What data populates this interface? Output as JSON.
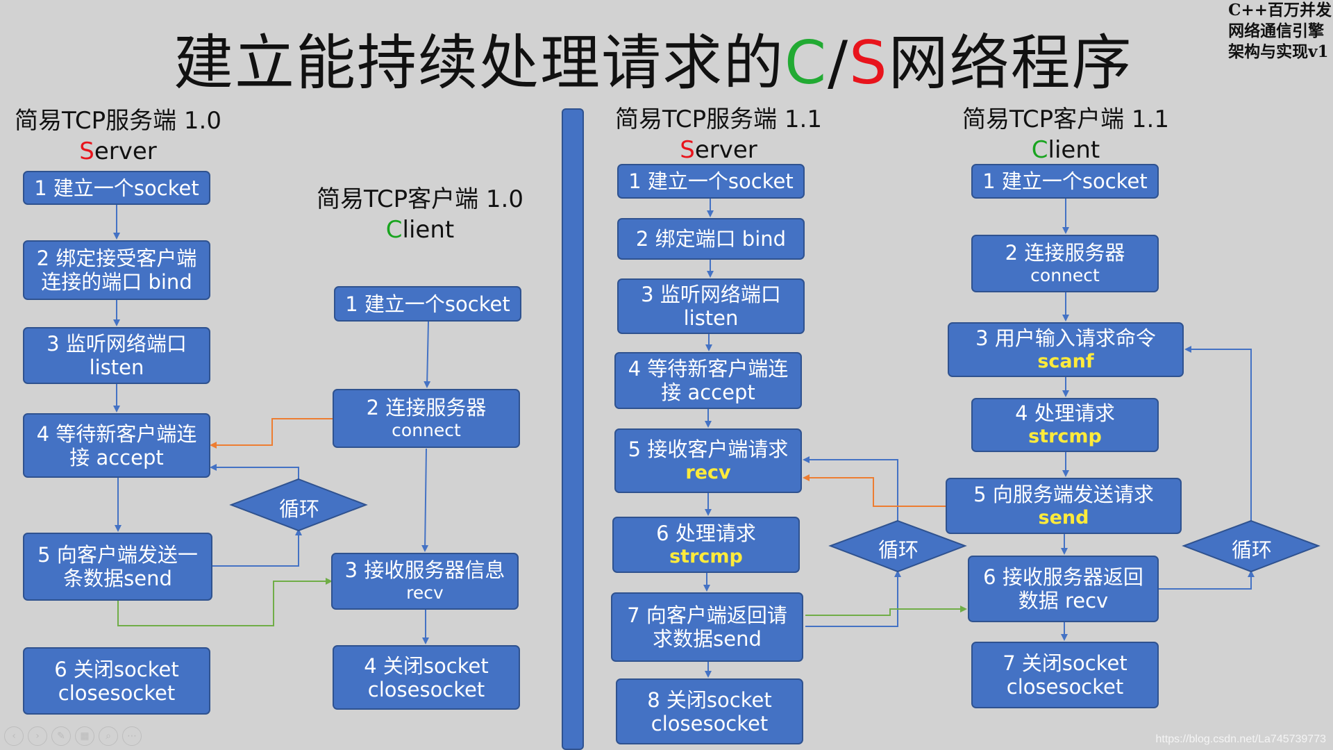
{
  "title": {
    "pre": "建立能持续处理请求的",
    "c": "C",
    "slash": "/",
    "s": "S",
    "post": "网络程序"
  },
  "corner": [
    "C++百万并发",
    "网络通信引擎",
    "架构与实现v1"
  ],
  "watermark": "https://blog.csdn.net/La745739773",
  "colors": {
    "box_fill": "#4472c4",
    "box_border": "#2f528f",
    "arrow": "#4472c4",
    "loop_arrow_orange": "#ed7d31",
    "loop_arrow_green": "#70ad47",
    "highlight": "#ffeb3b",
    "server_red": "#e8141c",
    "client_green": "#19a41f"
  },
  "server10": {
    "heading": "简易TCP服务端 1.0",
    "role_first": "S",
    "role_rest": "erver",
    "steps": [
      {
        "l1": "1 建立一个socket"
      },
      {
        "l1": "2 绑定接受客户端",
        "l2": "连接的端口 bind"
      },
      {
        "l1": "3 监听网络端口",
        "l2": "listen"
      },
      {
        "l1": "4 等待新客户端连",
        "l2": "接 accept"
      },
      {
        "l1": "5 向客户端发送一",
        "l2": "条数据send"
      },
      {
        "l1": "6 关闭socket",
        "l2": "closesocket"
      }
    ],
    "loop": "循环"
  },
  "client10": {
    "heading": "简易TCP客户端 1.0",
    "role_first": "C",
    "role_rest": "lient",
    "steps": [
      {
        "l1": "1 建立一个socket"
      },
      {
        "l1": "2 连接服务器",
        "l2": "connect"
      },
      {
        "l1": "3 接收服务器信息",
        "l2": "recv"
      },
      {
        "l1": "4 关闭socket",
        "l2": "closesocket"
      }
    ]
  },
  "server11": {
    "heading": "简易TCP服务端 1.1",
    "role_first": "S",
    "role_rest": "erver",
    "steps": [
      {
        "l1": "1 建立一个socket"
      },
      {
        "l1": "2 绑定端口 bind"
      },
      {
        "l1": "3 监听网络端口",
        "l2": "listen"
      },
      {
        "l1": "4 等待新客户端连",
        "l2": "接 accept"
      },
      {
        "l1": "5 接收客户端请求",
        "l2": "recv"
      },
      {
        "l1": "6 处理请求",
        "l2": "strcmp"
      },
      {
        "l1": "7 向客户端返回请",
        "l2": "求数据send"
      },
      {
        "l1": "8 关闭socket",
        "l2": "closesocket"
      }
    ],
    "loop": "循环"
  },
  "client11": {
    "heading": "简易TCP客户端 1.1",
    "role_first": "C",
    "role_rest": "lient",
    "steps": [
      {
        "l1": "1 建立一个socket"
      },
      {
        "l1": "2 连接服务器",
        "l2": "connect"
      },
      {
        "l1": "3 用户输入请求命令",
        "l2": "scanf"
      },
      {
        "l1": "4 处理请求",
        "l2": "strcmp"
      },
      {
        "l1": "5 向服务端发送请求",
        "l2": "send"
      },
      {
        "l1": "6 接收服务器返回",
        "l2": "数据 recv"
      },
      {
        "l1": "7 关闭socket",
        "l2": "closesocket"
      }
    ],
    "loop": "循环"
  }
}
